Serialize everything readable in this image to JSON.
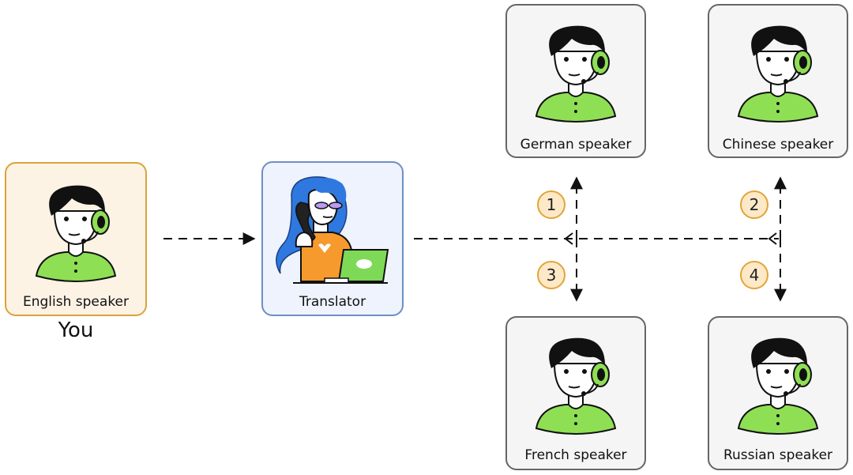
{
  "nodes": {
    "english": {
      "label": "English speaker",
      "note": "You",
      "fill": "#fdf3e5",
      "border": "#d9a43a"
    },
    "translator": {
      "label": "Translator",
      "fill": "#eef3fd",
      "border": "#6e8fc4"
    },
    "german": {
      "label": "German speaker",
      "fill": "#f5f5f5",
      "border": "#666666"
    },
    "chinese": {
      "label": "Chinese speaker",
      "fill": "#f5f5f5",
      "border": "#666666"
    },
    "french": {
      "label": "French speaker",
      "fill": "#f5f5f5",
      "border": "#666666"
    },
    "russian": {
      "label": "Russian speaker",
      "fill": "#f5f5f5",
      "border": "#666666"
    }
  },
  "steps": [
    "1",
    "2",
    "3",
    "4"
  ],
  "colors": {
    "shirt": "#8fdf55",
    "headset": "#8fdf55",
    "badge_fill": "#fde9c8",
    "badge_border": "#e3a436",
    "translator_hair": "#2f78e0",
    "translator_shirt": "#f79a2e",
    "laptop": "#7ed957"
  },
  "icons": {
    "person": "person-with-headset-icon",
    "translator": "translator-on-phone-icon"
  }
}
